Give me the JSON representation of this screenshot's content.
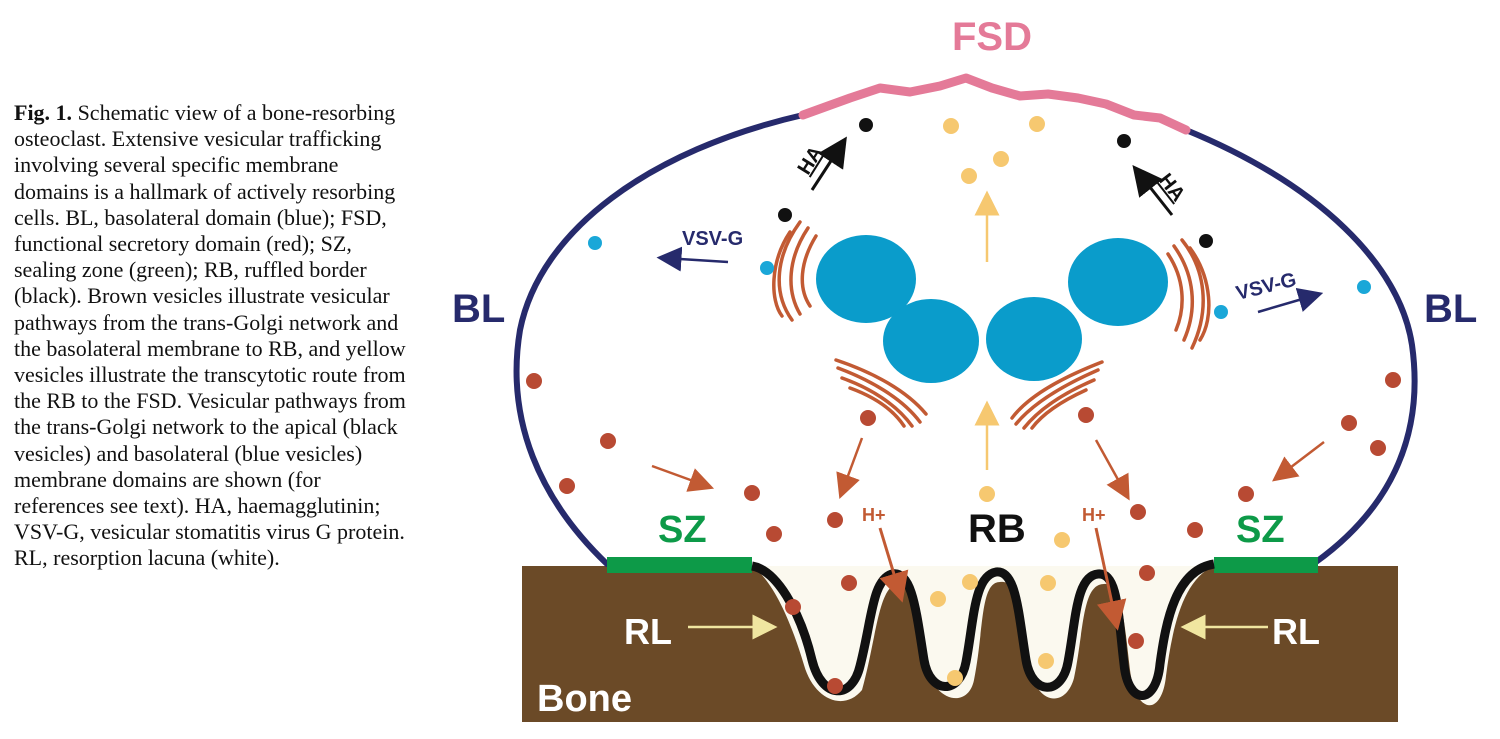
{
  "caption": {
    "label": "Fig. 1.",
    "text": "Schematic view of a bone-resorbing osteoclast. Extensive vesicular trafficking involving several specific membrane domains is a hallmark of actively resorbing cells. BL, basolateral domain (blue); FSD, functional secretory domain (red); SZ, sealing zone (green); RB, ruffled border (black). Brown vesicles illustrate vesicular pathways from the trans-Golgi network and the basolateral membrane to RB, and yellow vesicles illustrate the transcytotic route from the RB to the FSD. Vesicular pathways from the trans-Golgi network to the apical (black vesicles) and basolateral (blue vesicles) membrane domains are shown (for references see text). HA, haemagglutinin; VSV-G, vesicular stomatitis virus G protein. RL, resorption lacuna (white)."
  },
  "labels": {
    "fsd": "FSD",
    "bl_left": "BL",
    "bl_right": "BL",
    "sz_left": "SZ",
    "sz_right": "SZ",
    "rb": "RB",
    "rl_left": "RL",
    "rl_right": "RL",
    "bone": "Bone",
    "ha_left": "HA",
    "ha_right": "HA",
    "vsvg_left": "VSV-G",
    "vsvg_right": "VSV-G",
    "hplus_left": "H+",
    "hplus_right": "H+"
  },
  "colors": {
    "basolateral": "#262a6c",
    "fsd": "#e47a98",
    "sealing_zone": "#0d9a48",
    "ruffled_border": "#111111",
    "bone": "#6b4a27",
    "lacuna": "#fbf9ef",
    "nucleus": "#0a9ccb",
    "golgi": "#c25a33",
    "brown_vesicle": "#b84a33",
    "yellow_vesicle": "#f6c870",
    "blue_vesicle": "#1aa7d8",
    "black_vesicle": "#111111",
    "rl_arrow": "#f0e6a0"
  }
}
